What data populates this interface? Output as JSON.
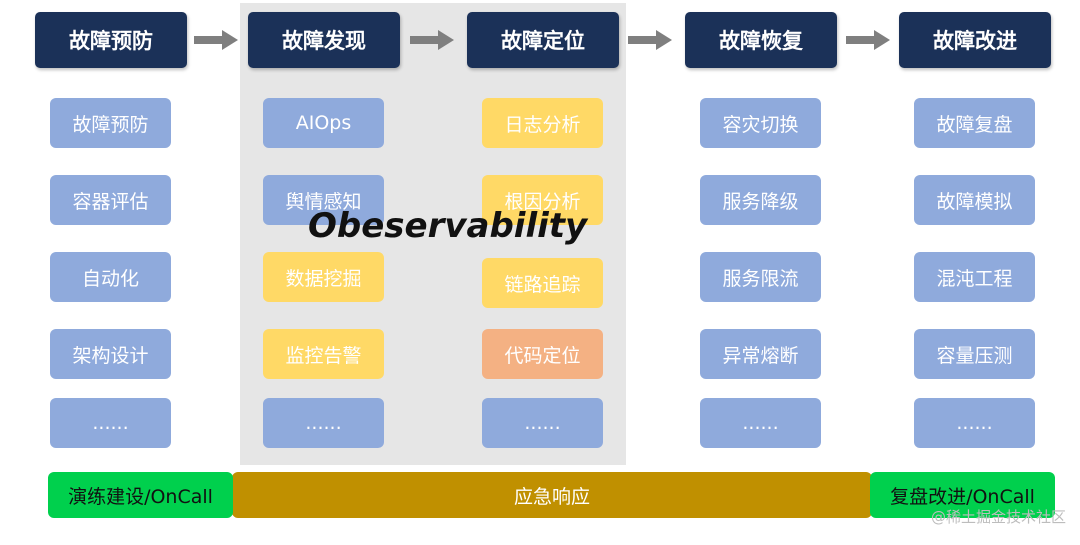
{
  "overlay_label": "Obeservability",
  "watermark": "@稀土掘金技术社区",
  "columns": [
    {
      "header": "故障预防",
      "items": [
        "故障预防",
        "容器评估",
        "自动化",
        "架构设计",
        "......"
      ]
    },
    {
      "header": "故障发现",
      "items": [
        "AIOps",
        "舆情感知",
        "数据挖掘",
        "监控告警",
        "......"
      ]
    },
    {
      "header": "故障定位",
      "items": [
        "日志分析",
        "根因分析",
        "链路追踪",
        "代码定位",
        "......"
      ]
    },
    {
      "header": "故障恢复",
      "items": [
        "容灾切换",
        "服务降级",
        "服务限流",
        "异常熔断",
        "......"
      ]
    },
    {
      "header": "故障改进",
      "items": [
        "故障复盘",
        "故障模拟",
        "混沌工程",
        "容量压测",
        "......"
      ]
    }
  ],
  "bottom_bars": [
    {
      "label": "演练建设/OnCall"
    },
    {
      "label": "应急响应"
    },
    {
      "label": "复盘改进/OnCall"
    }
  ],
  "colors": {
    "header_bg": "#1b3158",
    "item_blue": "#8faadc",
    "item_yellow": "#ffd966",
    "item_orange": "#f4b183",
    "bar_green": "#00d04d",
    "bar_gold": "#c09000",
    "highlight_bg": "#e6e6e6",
    "arrow": "#7f7f7f"
  }
}
